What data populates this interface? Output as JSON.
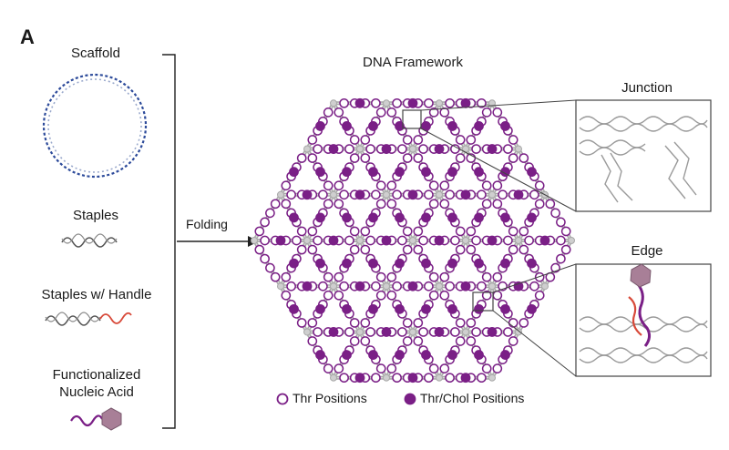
{
  "figure": {
    "panel_letter": "A",
    "components": {
      "scaffold": "Scaffold",
      "staples": "Staples",
      "staples_handle": "Staples w/ Handle",
      "functionalized_line1": "Functionalized",
      "functionalized_line2": "Nucleic Acid"
    },
    "arrow_label": "Folding",
    "framework_title": "DNA Framework",
    "insets": {
      "junction": "Junction",
      "edge": "Edge"
    },
    "legend": {
      "open": "Thr Positions",
      "filled": "Thr/Chol Positions"
    },
    "colors": {
      "purple": "#7a1f86",
      "scaffold_blue": "#2c4a9a",
      "dna_gray": "#a8a8a8",
      "handle_red": "#d84a3a",
      "protein_mauve": "#a87f97"
    }
  }
}
